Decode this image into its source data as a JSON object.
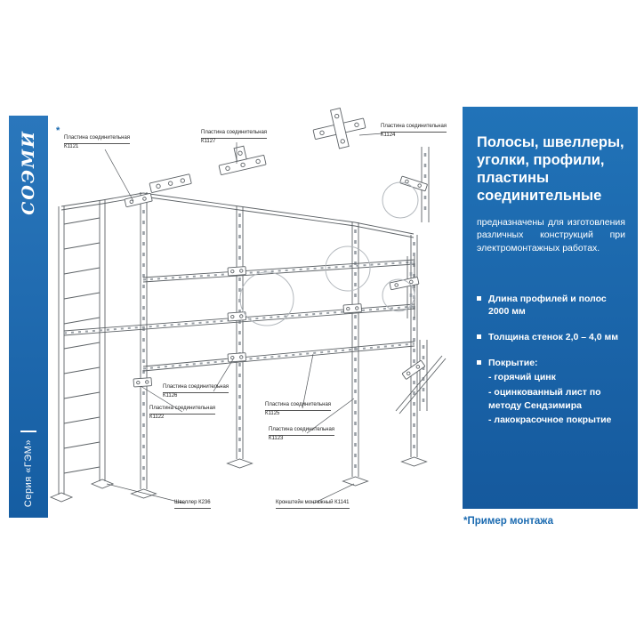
{
  "sidebar": {
    "logo": "СОЭМИ",
    "series": "Серия «ГЭМ»"
  },
  "panel": {
    "title": "Полосы, швеллеры, уголки, профили, пластины соединительные",
    "description": "предназначены для изготовления различных конструкций при электромонтажных работах.",
    "bullets": [
      {
        "text": "Длина профилей и полос 2000 мм"
      },
      {
        "text": "Толщина стенок 2,0 – 4,0 мм"
      },
      {
        "text": "Покрытие:",
        "sub": [
          "- горячий цинк",
          "- оцинкованный лист по методу Сендзимира",
          "- лакокрасочное покрытие"
        ]
      }
    ],
    "footnote": "*Пример монтажа"
  },
  "diagram": {
    "asterisk": "*",
    "callouts": [
      {
        "line1": "Пластина соединительная",
        "line2": "К1121"
      },
      {
        "line1": "Пластина соединительная",
        "line2": "К1127"
      },
      {
        "line1": "Пластина соединительная",
        "line2": "К1124"
      },
      {
        "line1": "Пластина соединительная",
        "line2": "К1126"
      },
      {
        "line1": "Пластина соединительная",
        "line2": "К1122"
      },
      {
        "line1": "Пластина соединительная",
        "line2": "К1125"
      },
      {
        "line1": "Пластина соединительная",
        "line2": "К1123"
      },
      {
        "line1": "Швеллер К236"
      },
      {
        "line1": "Кронштейн монтажный К1141"
      }
    ]
  },
  "colors": {
    "panel_blue": "#1e6cb2",
    "accent_blue": "#1a6ab0"
  }
}
